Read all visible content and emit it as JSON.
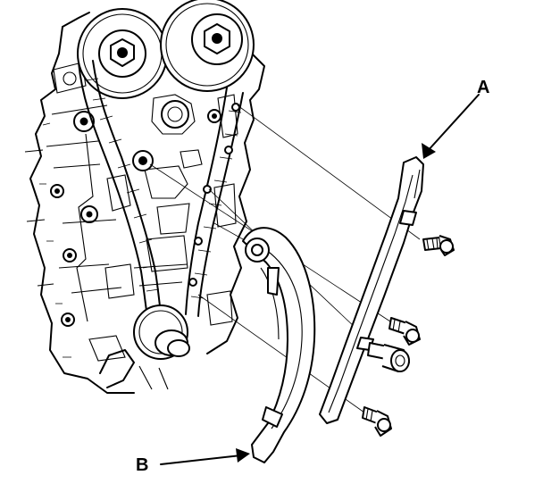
{
  "diagram": {
    "callouts": [
      {
        "id": "A",
        "text": "A",
        "part": "tensioner-arm"
      },
      {
        "id": "B",
        "text": "B",
        "part": "chain-guide"
      }
    ],
    "colors": {
      "ink": "#000000",
      "paper": "#ffffff"
    }
  }
}
